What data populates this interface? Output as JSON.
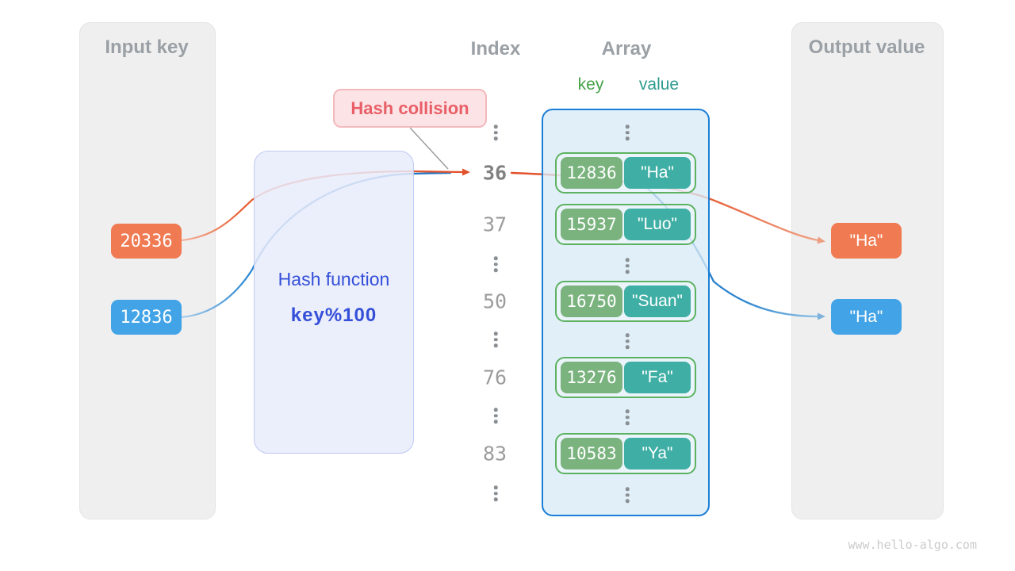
{
  "colors": {
    "orange": "#f07a52",
    "blue": "#42a3e7",
    "green": "#7ab37e",
    "teal": "#3fafa5",
    "arrow-orange": "#e2512a",
    "arrow-blue": "#2374c2",
    "hash-blue": "#3450d8",
    "collision-red": "#e95f68",
    "key-green": "#46a24a",
    "value-teal": "#2d9b8f",
    "array-border": "#1b7ed6"
  },
  "input_panel": {
    "title": "Input key",
    "keys": [
      {
        "label": "20336",
        "color": "orange"
      },
      {
        "label": "12836",
        "color": "blue"
      }
    ]
  },
  "hash_function": {
    "line1": "Hash function",
    "line2": "key%100"
  },
  "collision": {
    "label": "Hash collision"
  },
  "index_column": {
    "title": "Index",
    "rows": [
      "36",
      "37",
      "50",
      "76",
      "83"
    ],
    "highlighted_row": "36"
  },
  "array_panel": {
    "title": "Array",
    "key_header": "key",
    "value_header": "value",
    "pairs": [
      {
        "key": "12836",
        "value": "\"Ha\""
      },
      {
        "key": "15937",
        "value": "\"Luo\""
      },
      {
        "key": "16750",
        "value": "\"Suan\""
      },
      {
        "key": "13276",
        "value": "\"Fa\""
      },
      {
        "key": "10583",
        "value": "\"Ya\""
      }
    ]
  },
  "output_panel": {
    "title": "Output value",
    "values": [
      {
        "label": "\"Ha\"",
        "color": "orange"
      },
      {
        "label": "\"Ha\"",
        "color": "blue"
      }
    ]
  },
  "watermark": "www.hello-algo.com"
}
